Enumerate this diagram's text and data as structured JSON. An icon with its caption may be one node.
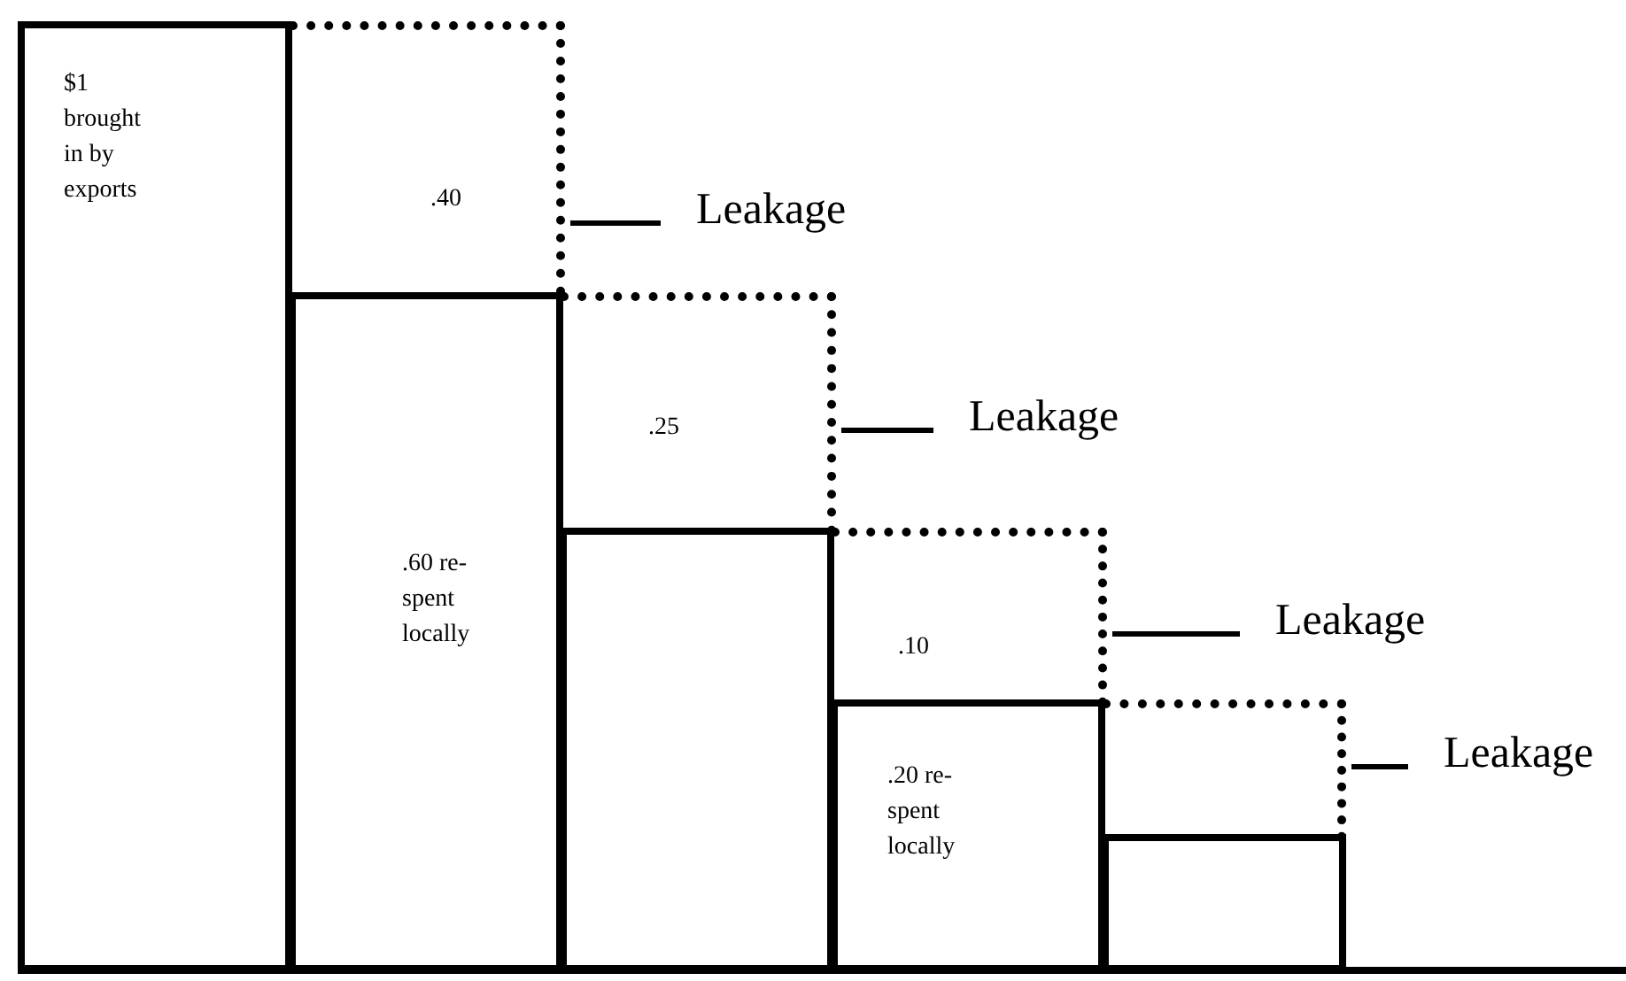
{
  "diagram": {
    "nodes": [
      {
        "text": [
          "$1 brought in by exports"
        ]
      },
      {
        "text": [
          ".40"
        ]
      },
      {
        "text": [
          "Leakage"
        ]
      },
      {
        "text": [
          ".60 re-spent locally"
        ]
      },
      {
        "text": [
          ".25"
        ]
      },
      {
        "text": [
          "Leakage"
        ]
      },
      {
        "text": [],
        "shape": "box"
      },
      {
        "text": [
          ".10"
        ]
      },
      {
        "text": [
          "Leakage"
        ]
      },
      {
        "text": [
          ".20 re-spent locally"
        ]
      },
      {
        "text": [],
        "shape": "box"
      },
      {
        "text": [
          "Leakage"
        ]
      },
      {
        "text": [],
        "shape": "box"
      }
    ],
    "edges": [
      {
        "from": 2,
        "to": 1,
        "arrow": "none"
      },
      {
        "from": 5,
        "to": 4,
        "arrow": "none"
      },
      {
        "from": 8,
        "to": 7,
        "arrow": "none"
      },
      {
        "from": 11,
        "to": 10,
        "arrow": "none"
      }
    ]
  }
}
